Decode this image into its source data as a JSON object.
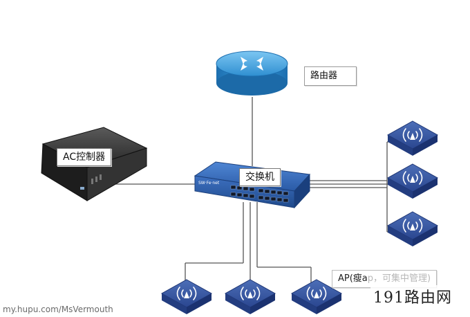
{
  "nodes": {
    "router": {
      "label": "路由器"
    },
    "ac_controller": {
      "label": "AC控制器"
    },
    "switch": {
      "label": "交换机",
      "panel_text": "SW·Fe·net"
    },
    "ap_group": {
      "label_prefix": "AP(瘦a",
      "label_faded": "p，可集中管理)"
    }
  },
  "watermarks": {
    "left": "my.hupu.com/MsVermouth",
    "right": "191路由网"
  },
  "colors": {
    "router": "#3aa0df",
    "ap": "#2f4f96",
    "switch": "#2d5fae",
    "ac": "#2b2b2b",
    "lines": "#555555"
  }
}
